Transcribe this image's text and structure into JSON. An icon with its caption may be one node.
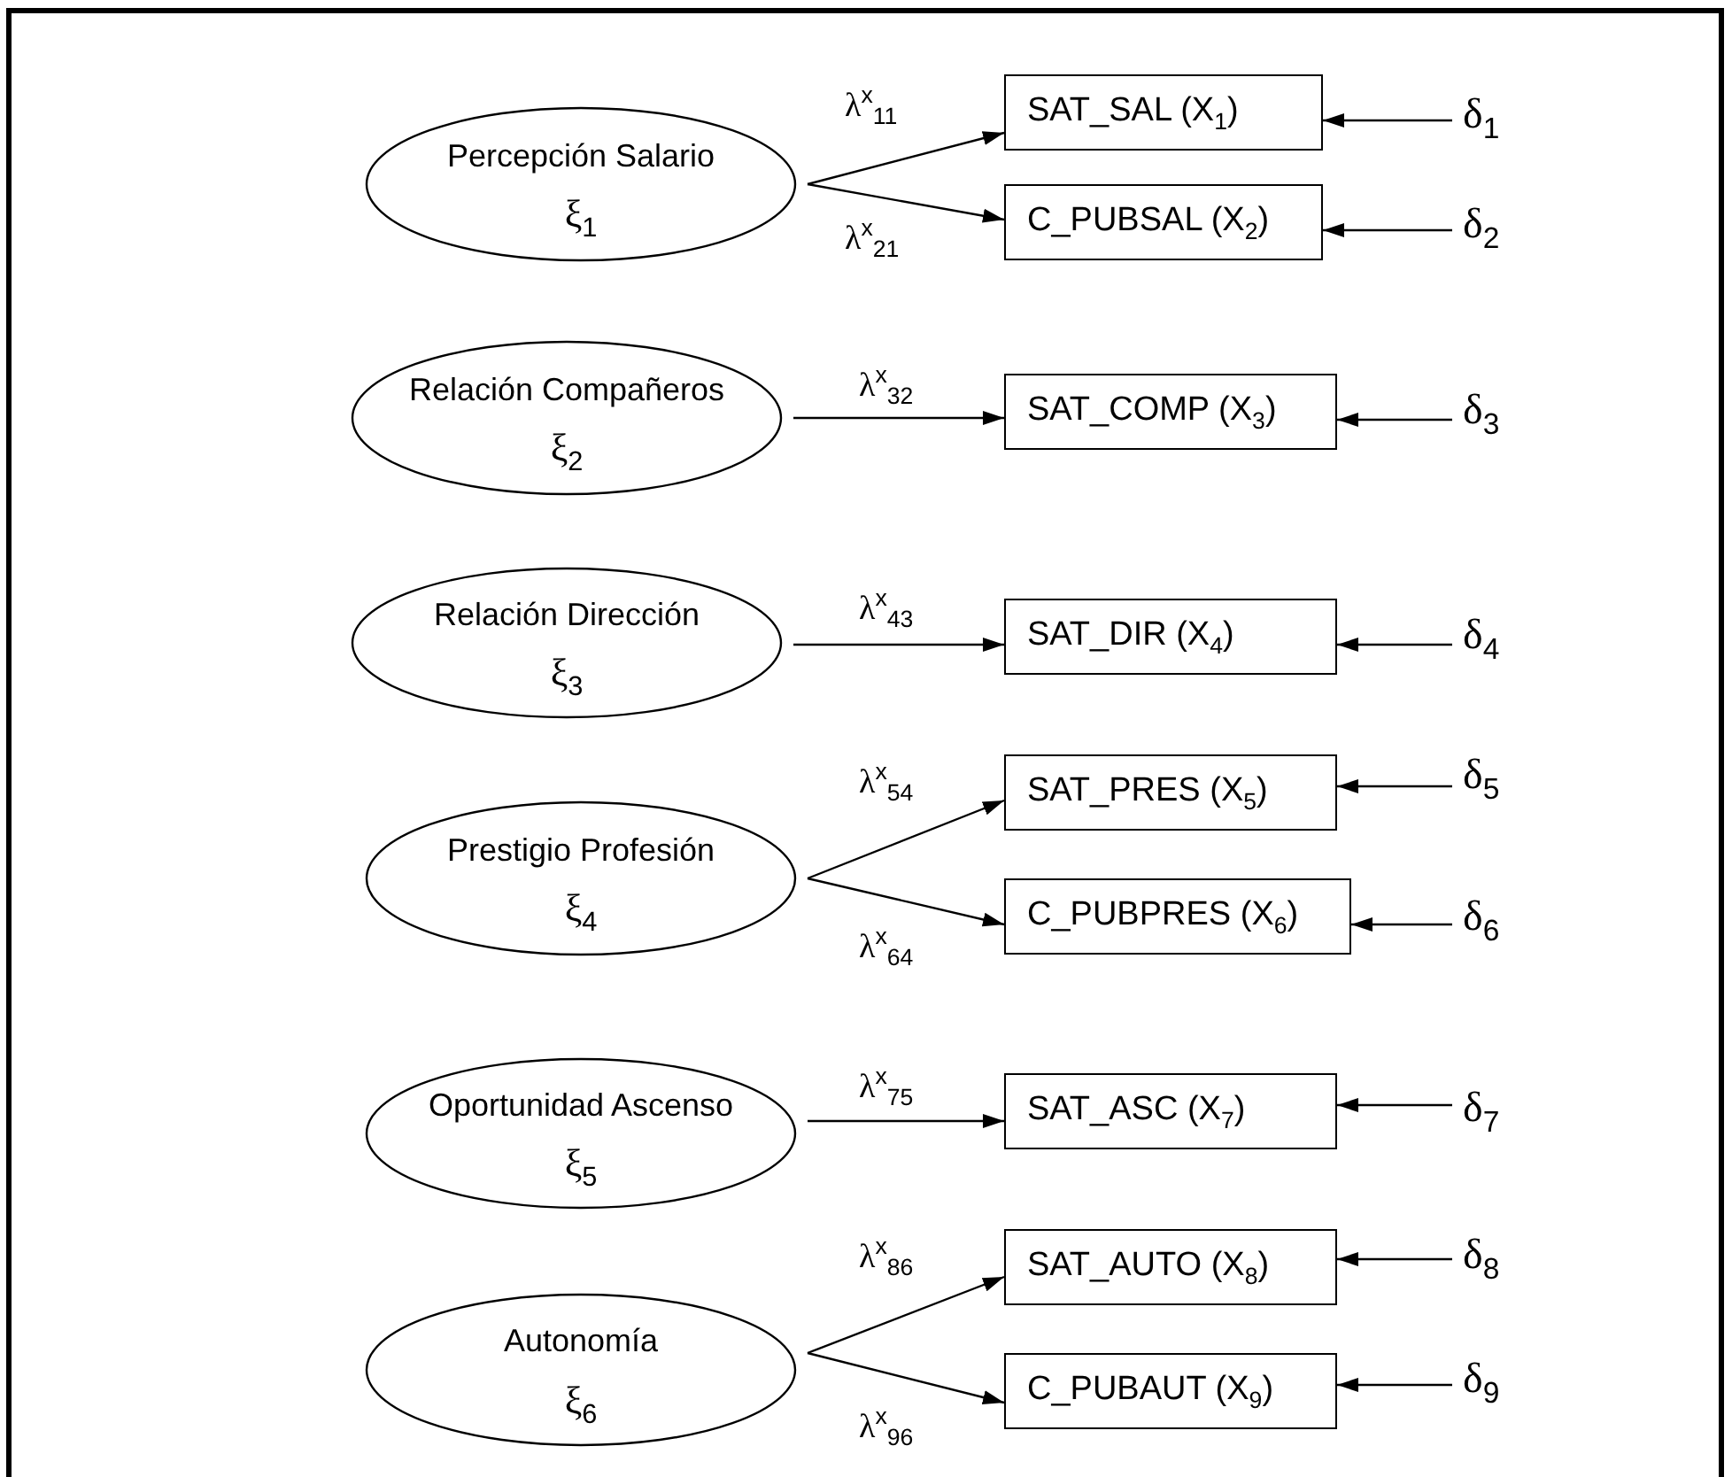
{
  "diagram": {
    "nodes": [
      {
        "text": [
          "Percepción Salario",
          "ξ$_{1}$"
        ]
      },
      {
        "text": [
          "SAT_SAL (X$_{1}$)"
        ]
      },
      {
        "text": [
          "δ$_{1}$"
        ]
      },
      {
        "text": [
          "C_PUBSAL (X$_{2}$)"
        ]
      },
      {
        "text": [
          "δ$_{2}$"
        ]
      },
      {
        "text": [
          "Relación Compañeros",
          "ξ$_{2}$"
        ]
      },
      {
        "text": [
          "SAT_COMP (X$_{3}$)"
        ]
      },
      {
        "text": [
          "δ$_{3}$"
        ]
      },
      {
        "text": [
          "Relación Dirección",
          "ξ$_{3}$"
        ]
      },
      {
        "text": [
          "SAT_DIR (X$_{4}$)"
        ]
      },
      {
        "text": [
          "δ$_{4}$"
        ]
      },
      {
        "text": [
          "Prestigio Profesión",
          "ξ$_{4}$"
        ]
      },
      {
        "text": [
          "SAT_PRES (X$_{5}$)"
        ]
      },
      {
        "text": [
          "δ$_{5}$"
        ]
      },
      {
        "text": [
          "C_PUBPRES (X$_{6}$)"
        ]
      },
      {
        "text": [
          "δ$_{6}$"
        ]
      },
      {
        "text": [
          "Oportunidad Ascenso",
          "ξ$_{5}$"
        ]
      },
      {
        "text": [
          "SAT_ASC (X$_{7}$)"
        ]
      },
      {
        "text": [
          "δ$_{7}$"
        ]
      },
      {
        "text": [
          "Autonomía",
          "ξ$_{6}$"
        ]
      },
      {
        "text": [
          "SAT_AUTO (X$_{8}$)"
        ]
      },
      {
        "text": [
          "δ$_{8}$"
        ]
      },
      {
        "text": [
          "C_PUBAUT (X$_{9}$)"
        ]
      },
      {
        "text": [
          "δ$_{9}$"
        ]
      }
    ],
    "edges": [
      {
        "from": 0,
        "to": 1,
        "arrow": "to",
        "label": "λ$^{x}$$_{11}$"
      },
      {
        "from": 0,
        "to": 3,
        "arrow": "to",
        "label": "λ$^{x}$$_{21}$"
      },
      {
        "from": 5,
        "to": 6,
        "arrow": "to",
        "label": "λ$^{x}$$_{32}$"
      },
      {
        "from": 8,
        "to": 9,
        "arrow": "to",
        "label": "λ$^{x}$$_{43}$"
      },
      {
        "from": 11,
        "to": 12,
        "arrow": "to",
        "label": "λ$^{x}$$_{54}$"
      },
      {
        "from": 11,
        "to": 14,
        "arrow": "to",
        "label": "λ$^{x}$$_{64}$"
      },
      {
        "from": 16,
        "to": 17,
        "arrow": "to",
        "label": "λ$^{x}$$_{75}$"
      },
      {
        "from": 19,
        "to": 20,
        "arrow": "to",
        "label": "λ$^{x}$$_{86}$"
      },
      {
        "from": 19,
        "to": 22,
        "arrow": "to",
        "label": "λ$^{x}$$_{96}$"
      },
      {
        "from": 2,
        "to": 1,
        "arrow": "to"
      },
      {
        "from": 4,
        "to": 3,
        "arrow": "to"
      },
      {
        "from": 7,
        "to": 6,
        "arrow": "to"
      },
      {
        "from": 10,
        "to": 9,
        "arrow": "to"
      },
      {
        "from": 13,
        "to": 12,
        "arrow": "to"
      },
      {
        "from": 15,
        "to": 14,
        "arrow": "to"
      },
      {
        "from": 18,
        "to": 17,
        "arrow": "to"
      },
      {
        "from": 21,
        "to": 20,
        "arrow": "to"
      },
      {
        "from": 23,
        "to": 22,
        "arrow": "to"
      }
    ]
  }
}
